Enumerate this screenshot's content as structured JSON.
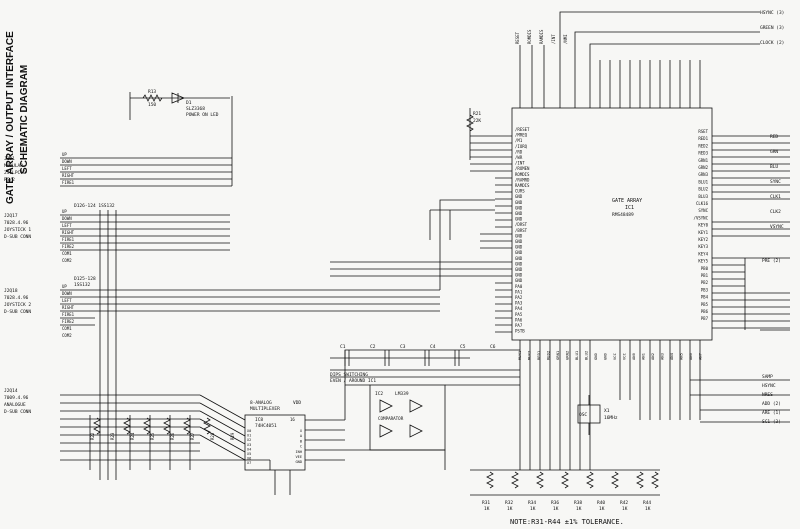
{
  "title": {
    "line1": "GATE ARRAY / OUTPUT INTERFACE",
    "line2": "SCHEMATIC DIAGRAM"
  },
  "ic1": {
    "label": "GATE ARRAY",
    "ref": "IC1",
    "part": "RMS48489",
    "left_pins": [
      "/RESET",
      "/MREQ",
      "/M1",
      "/IORQ",
      "/RD",
      "/WR",
      "/INT",
      "/ROMEN",
      "ROMDIS",
      "/RAMRD",
      "RAMDIS",
      "CURS",
      "GND",
      "GND",
      "GND",
      "GND",
      "GND",
      "/DRST",
      "/BRST",
      "GND",
      "GND",
      "GND",
      "GND",
      "GND",
      "GND",
      "GND",
      "GND",
      "GND",
      "PA0",
      "PA1",
      "PA2",
      "PA3",
      "PA4",
      "PA5",
      "PA6",
      "PA7",
      "PSTB"
    ],
    "right_pins": [
      "RSET",
      "RED1",
      "RED2",
      "RED3",
      "GRN1",
      "GRN2",
      "GRN3",
      "BLU1",
      "BLU2",
      "BLU3",
      "CLK16",
      "SYNC",
      "/VSYNC",
      "KEY0",
      "KEY1",
      "KEY2",
      "KEY3",
      "KEY4",
      "KEY5",
      "PB0",
      "PB1",
      "PB2",
      "PB3",
      "PB4",
      "PB5",
      "PB6",
      "PB7"
    ],
    "bottom_pins": [
      "MUX1",
      "MUX2",
      "RED1",
      "RED2",
      "GRN1",
      "GRN2",
      "BLU1",
      "BLU2",
      "GND",
      "GND",
      "VCC",
      "VCC",
      "AN0",
      "AN1",
      "AN2",
      "AN3",
      "AN4",
      "AN5",
      "AN6",
      "AN7"
    ]
  },
  "top_labels": [
    "RESET",
    "ROMDIS",
    "RAMDIS",
    "/INT",
    "/NMI"
  ],
  "right_outputs": [
    {
      "label": "HSYNC",
      "ref": "(3)"
    },
    {
      "label": "GREEN",
      "ref": "(3)"
    },
    {
      "label": "CLOCK",
      "ref": "(2)"
    }
  ],
  "rgb_outputs": [
    "RED",
    "GRN",
    "BLU",
    "SYNC",
    "CLK1",
    "CLK2",
    "VSYNC"
  ],
  "pre_label": "PRE (2)",
  "output_labels": [
    "SAMP",
    "HSYNC",
    "NRES",
    "ADD (2)",
    "ARE (1)",
    "SC1 (3)"
  ],
  "connectors": [
    {
      "ref": "J1B1",
      "name": "25ILPC10",
      "desc": "RS/2",
      "model": "MODULAR"
    },
    {
      "ref": "J2Q17",
      "name": "JOYSTICK 1",
      "desc": "D-SUB CONN",
      "model": "7028.4.96"
    },
    {
      "ref": "J2Q18",
      "name": "JOYSTICK 2",
      "desc": "D-SUB CONN",
      "model": "7028.4.96"
    },
    {
      "ref": "J2Q14",
      "name": "ANALOGUE",
      "desc": "D-SUB CONN",
      "model": "7009.4.96"
    }
  ],
  "joy_pins": [
    "UP",
    "DOWN",
    "LEFT",
    "RIGHT",
    "FIRE1",
    "FIRE2",
    "COM1",
    "COM2"
  ],
  "diode_arrays": [
    {
      "ref": "D126-124",
      "part": "1SS132"
    },
    {
      "ref": "D125-128",
      "part": "1SS132"
    }
  ],
  "power_led": {
    "ref": "D1",
    "part": "SLZ3368",
    "label": "POWER ON LED",
    "r_ref": "R13",
    "r_val": "150"
  },
  "reset_res": {
    "ref": "R21",
    "val": "22K"
  },
  "mux": {
    "title1": "8-ANALOG",
    "title2": "MULTIPLEXER",
    "ref": "IC8",
    "part": "74HC4051",
    "pin16": "16",
    "vdd": "VDD",
    "left_pins": [
      "X0",
      "X1",
      "X2",
      "X3",
      "X4",
      "X5",
      "X6",
      "X7"
    ],
    "right_pins": [
      "X",
      "A",
      "B",
      "C",
      "INH",
      "VEE",
      "GND"
    ]
  },
  "dips": {
    "label1": "DIPS SWITCHING",
    "label2": "EVEN / AROUND IC1"
  },
  "comparator": {
    "ref": "IC2",
    "part": "LM339",
    "desc": "COMPARATOR"
  },
  "osc": {
    "ref": "X1",
    "label": "OSC",
    "freq": "16MHz"
  },
  "left_resistors": [
    "R22",
    "R23",
    "R24",
    "R25",
    "R26",
    "R27",
    "R28",
    "R29"
  ],
  "bottom_resistors": [
    {
      "ref": "R31",
      "val": "1K"
    },
    {
      "ref": "R32",
      "val": "1K"
    },
    {
      "ref": "R34",
      "val": "1K"
    },
    {
      "ref": "R36",
      "val": "1K"
    },
    {
      "ref": "R38",
      "val": "1K"
    },
    {
      "ref": "R40",
      "val": "1K"
    },
    {
      "ref": "R42",
      "val": "1K"
    },
    {
      "ref": "R44",
      "val": "1K"
    }
  ],
  "caps": [
    "C1",
    "C2",
    "C3",
    "C4",
    "C5",
    "C6"
  ],
  "note": "NOTE:R31-R44   ±1%   TOLERANCE."
}
